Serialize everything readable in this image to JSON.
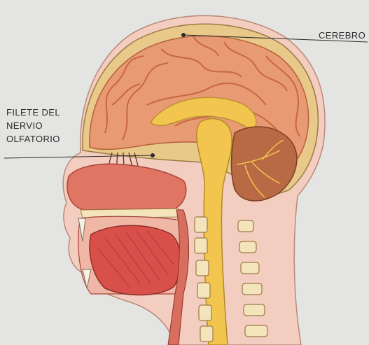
{
  "labels": {
    "cerebro": "CEREBRO",
    "filete_line1": "FILETE DEL",
    "filete_line2": "NERVIO",
    "filete_line3": "OLFATORIO"
  },
  "colors": {
    "background": "#e4e5e2",
    "skin": "#f2cdc0",
    "skull": "#e8c98a",
    "brain": "#e89a72",
    "brain_folds": "#c8673f",
    "spinal_cord": "#f2c64e",
    "cerebellum": "#b86a44",
    "tongue": "#d9504a",
    "nasal_cavity": "#e07563",
    "vertebrae": "#f4e4bc",
    "label_text": "#2b2b2b"
  }
}
